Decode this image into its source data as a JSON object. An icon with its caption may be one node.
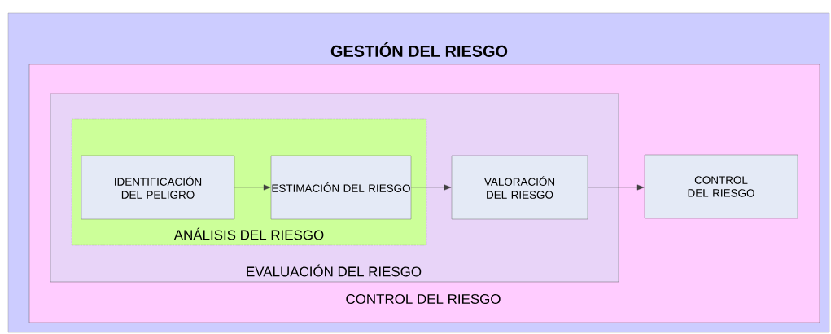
{
  "diagram": {
    "nodes": [
      {
        "text": [
          "GESTIÓN DEL RIESGO"
        ]
      },
      {
        "text": [
          "CONTROL DEL RIESGO"
        ],
        "in": 0
      },
      {
        "text": [
          "EVALUACIÓN DEL RIESGO"
        ],
        "in": 1
      },
      {
        "text": [
          "ANÁLISIS DEL RIESGO"
        ],
        "in": 2
      },
      {
        "text": [
          "IDENTIFICACIÓN DEL PELIGRO"
        ],
        "in": 3
      },
      {
        "text": [
          "ESTIMACIÓN DEL RIESGO"
        ],
        "in": 3
      },
      {
        "text": [
          "VALORACIÓN DEL RIESGO"
        ],
        "in": 2
      },
      {
        "text": [
          "CONTROL DEL RIESGO"
        ],
        "in": 1
      }
    ],
    "edges": [
      {
        "from": 4,
        "to": 5,
        "arrow": "to"
      },
      {
        "from": 5,
        "to": 6,
        "arrow": "to"
      },
      {
        "from": 6,
        "to": 7,
        "arrow": "to"
      }
    ]
  }
}
